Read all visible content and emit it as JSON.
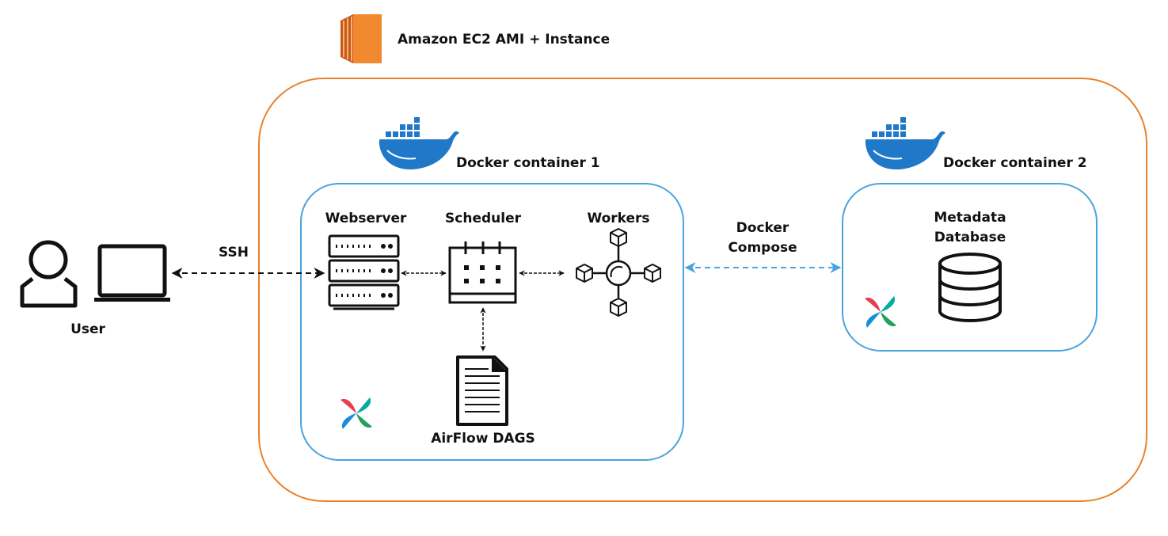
{
  "labels": {
    "ec2": "Amazon EC2 AMI + Instance",
    "docker_container_1": "Docker container 1",
    "docker_container_2": "Docker container 2",
    "webserver": "Webserver",
    "scheduler": "Scheduler",
    "workers": "Workers",
    "airflow_dags": "AirFlow DAGS",
    "metadata_line1": "Metadata",
    "metadata_line2": "Database",
    "docker_compose_line1": "Docker",
    "docker_compose_line2": "Compose",
    "ssh": "SSH",
    "user": "User"
  },
  "icons": {
    "ec2": "aws-ec2-icon",
    "docker": "docker-whale-icon",
    "airflow": "airflow-pinwheel-icon",
    "user": "person-icon",
    "laptop": "laptop-icon",
    "webserver": "server-rack-icon",
    "scheduler": "calendar-icon",
    "workers": "network-hub-icon",
    "dags": "document-icon",
    "database": "database-icon"
  },
  "colors": {
    "ec2_border": "#E8822A",
    "ec2_icon": "#F0892F",
    "container_border": "#4AA3DF",
    "docker_blue": "#1F78C8",
    "compose_arrow": "#4AA3DF",
    "ssh_arrow": "#111111",
    "airflow_red": "#E63E4B",
    "airflow_blue": "#1A8CDB",
    "airflow_green": "#23A15B",
    "airflow_teal": "#00AD9F"
  }
}
